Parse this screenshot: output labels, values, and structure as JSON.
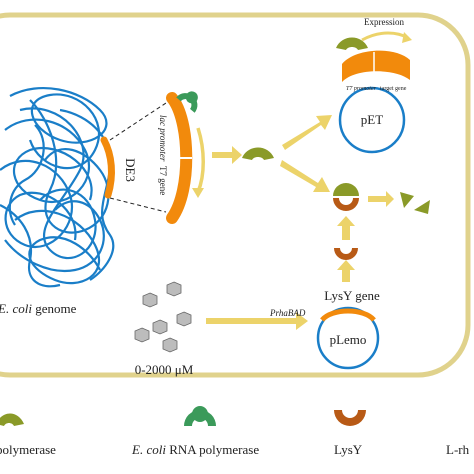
{
  "colors": {
    "cell_border": "#e0d28c",
    "dna": "#1a7ec8",
    "orange": "#f28a0c",
    "gene_arrow": "#ecd36a",
    "t7_polymerase": "#8a9a28",
    "ecoli_polymerase": "#3b9a5a",
    "lysy": "#b85a16",
    "plasmid": "#1a7ec8",
    "pill": "#bcbcbc"
  },
  "labels": {
    "genome_prefix": "E. coli",
    "genome_suffix": " genome",
    "de3": "DE3",
    "lac_promoter": "lac promoter",
    "t7_gene": "T7 gene",
    "expression": "Expression",
    "t7_promoter": "T7 promoter",
    "target_gene": "target gene",
    "pet": "pET",
    "plemo": "pLemo",
    "lysy_gene": "LysY gene",
    "prhabad": "PrhaBAD",
    "concentration": "0-2000 μM"
  },
  "legend": [
    {
      "text": " polymerase",
      "icon": "t7-rna-polymerase-icon"
    },
    {
      "prefix": "E. coli",
      "text": " RNA polymerase",
      "icon": "ecoli-rna-polymerase-icon"
    },
    {
      "text": "LysY",
      "icon": "lysy-icon"
    },
    {
      "text": "L-rh",
      "icon": "l-rhamnose-icon"
    }
  ]
}
